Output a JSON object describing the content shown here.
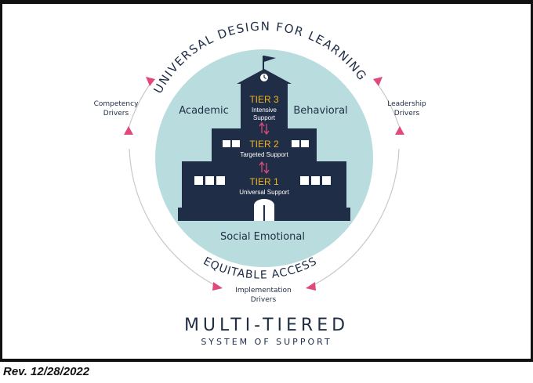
{
  "arc_top": "UNIVERSAL DESIGN FOR LEARNING",
  "arc_bottom": "EQUITABLE ACCESS",
  "drivers": {
    "competency": [
      "Competency",
      "Drivers"
    ],
    "leadership": [
      "Leadership",
      "Drivers"
    ],
    "implementation": [
      "Implementation",
      "Drivers"
    ]
  },
  "domains": {
    "academic": "Academic",
    "behavioral": "Behavioral",
    "social_emotional": "Social Emotional"
  },
  "tiers": [
    {
      "label": "TIER 3",
      "desc": [
        "Intensive",
        "Support"
      ]
    },
    {
      "label": "TIER 2",
      "desc": [
        "Targeted Support"
      ]
    },
    {
      "label": "TIER 1",
      "desc": [
        "Universal Support"
      ]
    }
  ],
  "title": {
    "main": "MULTI-TIERED",
    "sub": "SYSTEM OF SUPPORT"
  },
  "revision": "Rev. 12/28/2022",
  "colors": {
    "circle": "#b9dddf",
    "building": "#1f2d46",
    "tier_label": "#f2b21c",
    "arrow": "#e04a7a",
    "ring": "#c9c9c9"
  }
}
